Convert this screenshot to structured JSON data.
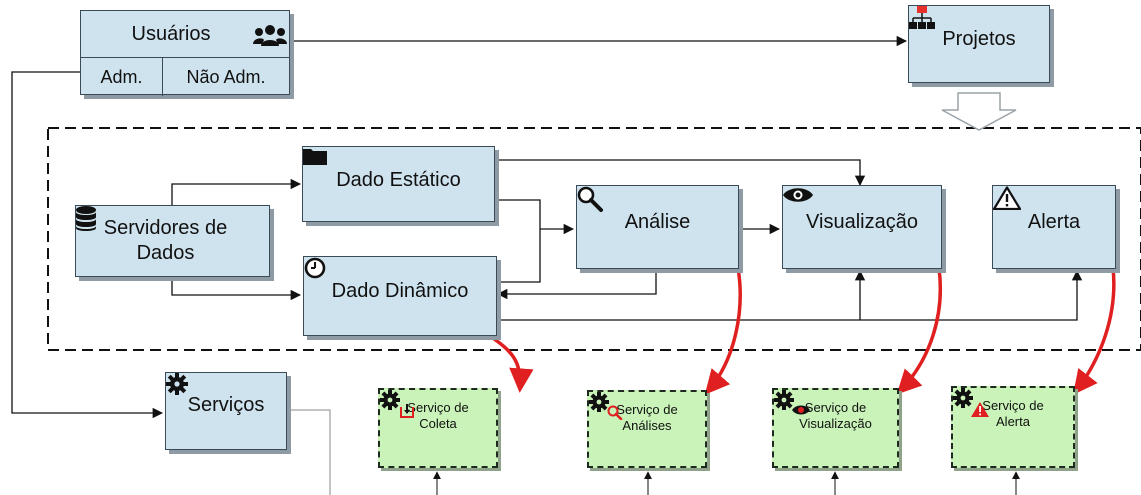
{
  "nodes": {
    "usuarios": "Usuários",
    "adm": "Adm.",
    "nao_adm": "Não Adm.",
    "projetos": "Projetos",
    "servidores": "Servidores de\nDados",
    "dado_estatico": "Dado Estático",
    "dado_dinamico": "Dado Dinâmico",
    "analise": "Análise",
    "visualizacao": "Visualização",
    "alerta": "Alerta",
    "servicos": "Serviços"
  },
  "services": {
    "coleta": "Serviço de\nColeta",
    "analises": "Serviço de\nAnálises",
    "visualizacao": "Serviço de\nVisualização",
    "alerta": "Serviço de\nAlerta"
  },
  "icons": {
    "usuarios": "users-icon",
    "projetos": "sitemap-icon",
    "servidores": "database-icon",
    "dado_estatico": "folder-icon",
    "dado_dinamico": "clock-icon",
    "analise": "magnifier-icon",
    "visualizacao": "eye-icon",
    "alerta": "warning-icon",
    "servicos": "gear-icon"
  },
  "colors": {
    "box_fill": "#cfe3ee",
    "service_fill": "#c9f3b8",
    "red_arrow": "#e02020",
    "projects_icon": "#e8302a"
  }
}
